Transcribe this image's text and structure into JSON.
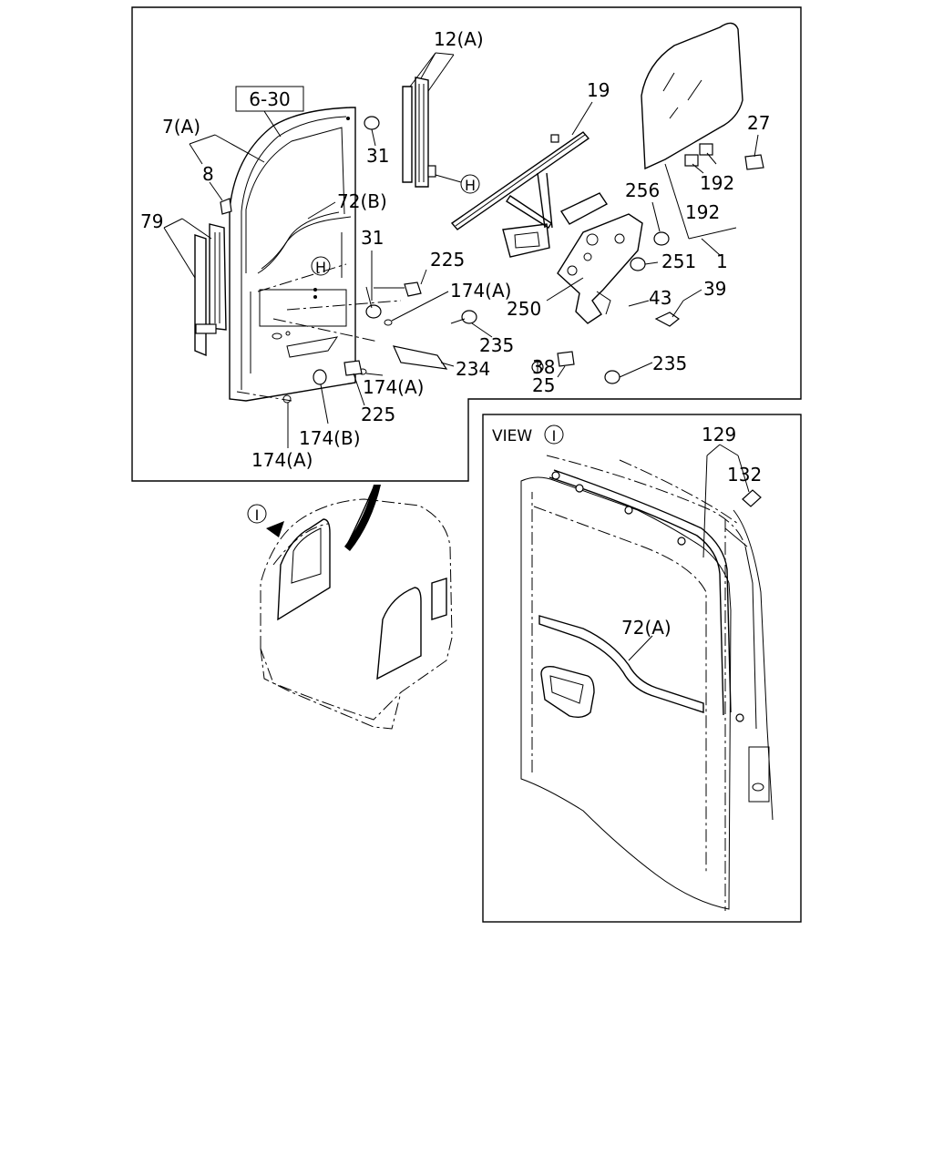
{
  "main_panel": {
    "ref_box": "6-30",
    "labels": {
      "l_12a": "12(A)",
      "l_19": "19",
      "l_27": "27",
      "l_7a": "7(A)",
      "l_8": "8",
      "l_31a": "31",
      "l_72b": "72(B)",
      "l_79": "79",
      "l_31b": "31",
      "l_225a": "225",
      "l_174a_1": "174(A)",
      "l_250": "250",
      "l_256": "256",
      "l_192a": "192",
      "l_192b": "192",
      "l_251": "251",
      "l_1": "1",
      "l_43": "43",
      "l_39": "39",
      "l_235a": "235",
      "l_38": "38",
      "l_234": "234",
      "l_174a_2": "174(A)",
      "l_25": "25",
      "l_235b": "235",
      "l_225b": "225",
      "l_174b": "174(B)",
      "l_174a_3": "174(A)"
    },
    "view_marker_h": "H"
  },
  "view_panel": {
    "title": "VIEW",
    "view_marker": "I",
    "labels": {
      "l_129": "129",
      "l_132": "132",
      "l_72a": "72(A)"
    }
  },
  "cab_view_marker": "I"
}
